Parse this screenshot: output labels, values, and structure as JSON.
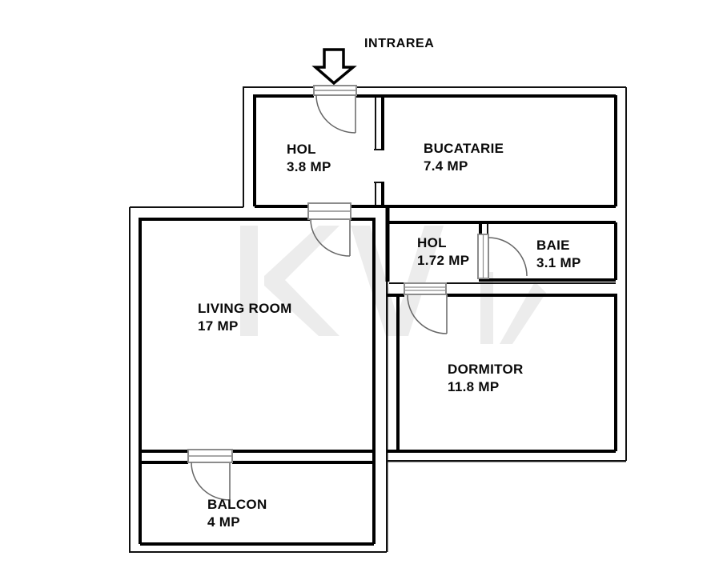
{
  "entrance": {
    "label": "INTRAREA"
  },
  "rooms": {
    "hol_entry": {
      "name": "HOL",
      "area": "3.8 MP"
    },
    "bucatarie": {
      "name": "BUCATARIE",
      "area": "7.4 MP"
    },
    "hol_small": {
      "name": "HOL",
      "area": "1.72 MP"
    },
    "baie": {
      "name": "BAIE",
      "area": "3.1 MP"
    },
    "living_room": {
      "name": "LIVING ROOM",
      "area": "17 MP"
    },
    "dormitor": {
      "name": "DORMITOR",
      "area": "11.8 MP"
    },
    "balcon": {
      "name": "BALCON",
      "area": "4 MP"
    }
  },
  "colors": {
    "wall": "#000000",
    "outer_contour": "#111111",
    "door_frame": "#8c8c8c",
    "door_arc": "#666666",
    "background": "#ffffff",
    "watermark": "#ececec"
  }
}
